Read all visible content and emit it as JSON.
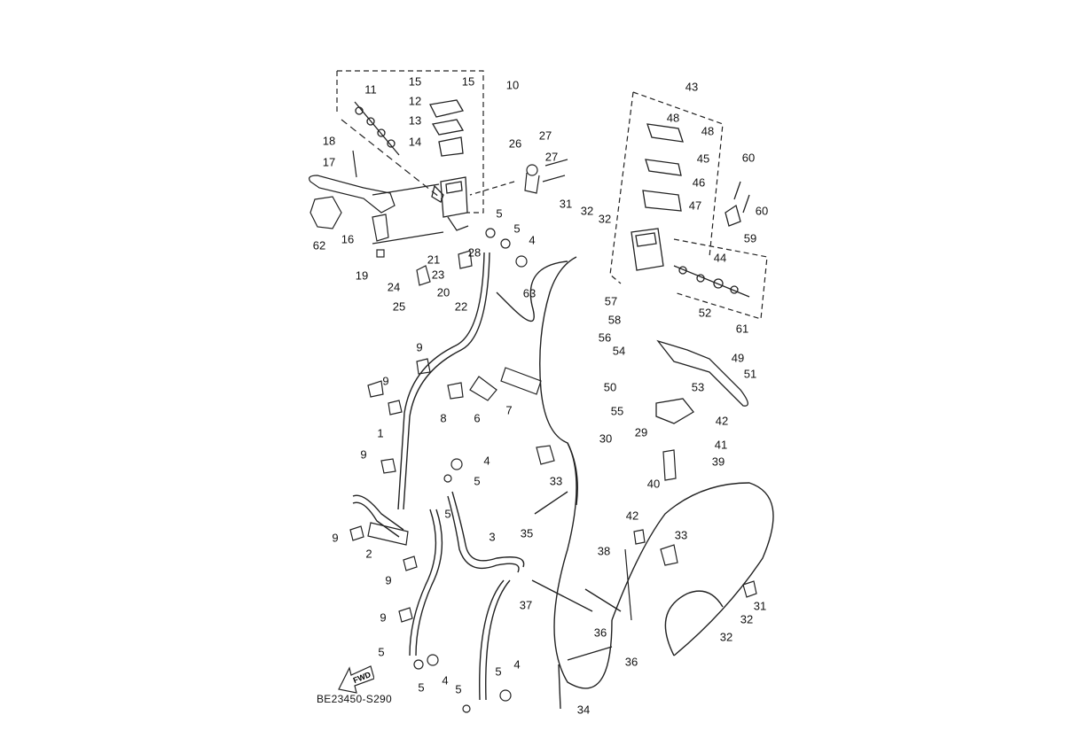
{
  "diagram_code": "BE23450-S290",
  "fwd_label": "FWD",
  "part_labels": [
    "15",
    "15",
    "10",
    "11",
    "12",
    "13",
    "14",
    "26",
    "27",
    "27",
    "18",
    "17",
    "62",
    "16",
    "19",
    "5",
    "5",
    "4",
    "21",
    "28",
    "23",
    "24",
    "20",
    "22",
    "25",
    "63",
    "9",
    "9",
    "8",
    "6",
    "7",
    "1",
    "9",
    "4",
    "5",
    "5",
    "9",
    "2",
    "3",
    "9",
    "9",
    "5",
    "4",
    "5",
    "5",
    "4",
    "5",
    "35",
    "37",
    "36",
    "36",
    "34",
    "33",
    "30",
    "43",
    "48",
    "48",
    "45",
    "46",
    "47",
    "31",
    "32",
    "32",
    "60",
    "60",
    "59",
    "44",
    "57",
    "58",
    "52",
    "61",
    "56",
    "54",
    "49",
    "51",
    "50",
    "53",
    "55",
    "29",
    "42",
    "41",
    "39",
    "40",
    "42",
    "33",
    "38",
    "31",
    "32",
    "32"
  ]
}
